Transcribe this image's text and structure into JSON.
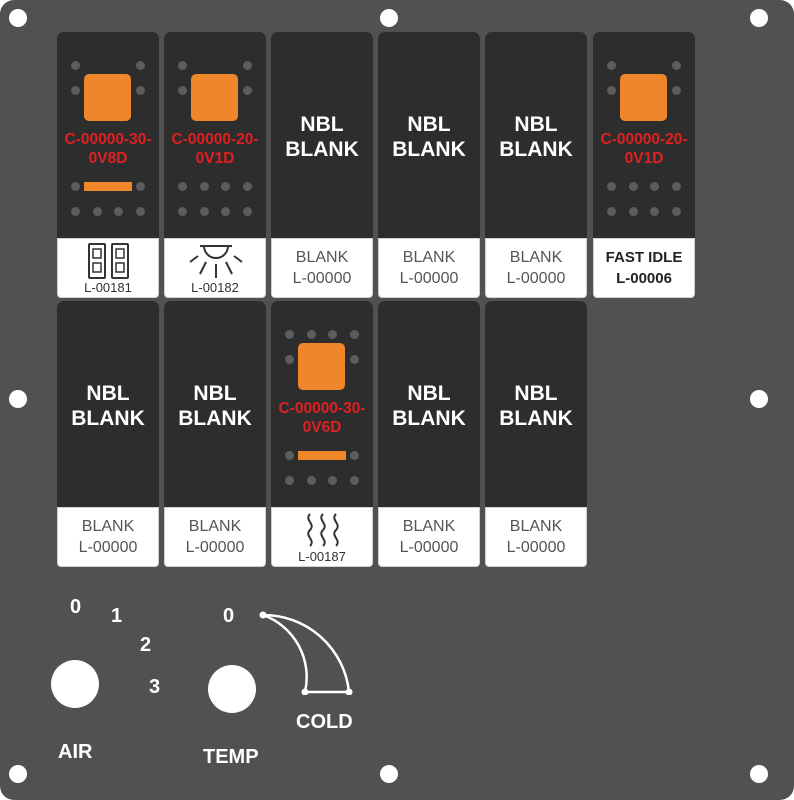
{
  "switches_row1": [
    {
      "type": "rocker",
      "code_line1": "C-00000-30-",
      "code_line2": "0V8D",
      "label_part": "L-00181",
      "label_icon": "hazard-icon"
    },
    {
      "type": "rocker",
      "code_line1": "C-00000-20-",
      "code_line2": "0V1D",
      "label_part": "L-00182",
      "label_icon": "light-icon"
    },
    {
      "type": "blank",
      "nbl_line1": "NBL",
      "nbl_line2": "BLANK",
      "label_line1": "BLANK",
      "label_line2": "L-00000"
    },
    {
      "type": "blank",
      "nbl_line1": "NBL",
      "nbl_line2": "BLANK",
      "label_line1": "BLANK",
      "label_line2": "L-00000"
    },
    {
      "type": "blank",
      "nbl_line1": "NBL",
      "nbl_line2": "BLANK",
      "label_line1": "BLANK",
      "label_line2": "L-00000"
    },
    {
      "type": "rocker",
      "code_line1": "C-00000-20-",
      "code_line2": "0V1D",
      "label_line1": "FAST IDLE",
      "label_line2": "L-00006"
    }
  ],
  "switches_row2": [
    {
      "type": "blank",
      "nbl_line1": "NBL",
      "nbl_line2": "BLANK",
      "label_line1": "BLANK",
      "label_line2": "L-00000"
    },
    {
      "type": "blank",
      "nbl_line1": "NBL",
      "nbl_line2": "BLANK",
      "label_line1": "BLANK",
      "label_line2": "L-00000"
    },
    {
      "type": "rocker",
      "code_line1": "C-00000-30-",
      "code_line2": "0V6D",
      "label_part": "L-00187",
      "label_icon": "heat-icon"
    },
    {
      "type": "blank",
      "nbl_line1": "NBL",
      "nbl_line2": "BLANK",
      "label_line1": "BLANK",
      "label_line2": "L-00000"
    },
    {
      "type": "blank",
      "nbl_line1": "NBL",
      "nbl_line2": "BLANK",
      "label_line1": "BLANK",
      "label_line2": "L-00000"
    }
  ],
  "air_control": {
    "label": "AIR",
    "positions": [
      "0",
      "1",
      "2",
      "3"
    ]
  },
  "temp_control": {
    "label": "TEMP",
    "start": "0",
    "end": "COLD"
  },
  "colors": {
    "panel": "#525152",
    "switch_body": "#2e2d2e",
    "actuator": "#f0862a",
    "code_text": "#e02020"
  }
}
